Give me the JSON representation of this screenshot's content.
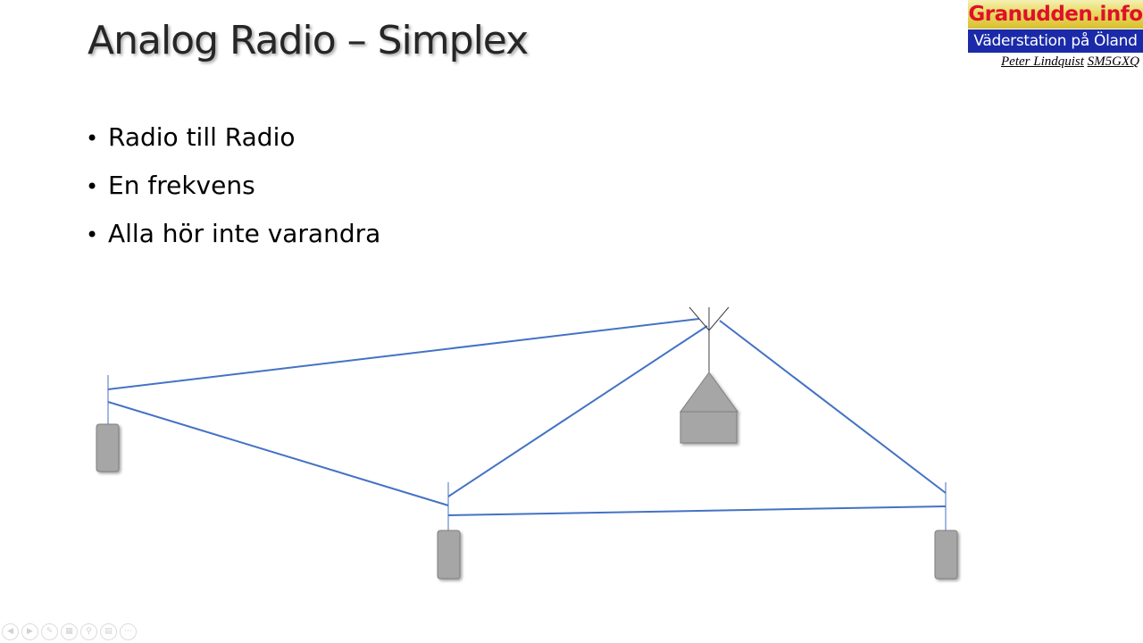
{
  "slide": {
    "title": "Analog Radio – Simplex",
    "bullets": [
      "Radio till Radio",
      "En frekvens",
      "Alla hör inte varandra"
    ]
  },
  "logo": {
    "site": "Granudden.info",
    "tagline": "Väderstation på Öland",
    "author": "Peter Lindquist",
    "callsign": "SM5GXQ"
  },
  "colors": {
    "link_line": "#4472c4",
    "device_fill": "#a6a6a6",
    "device_stroke": "#7f7f7f"
  },
  "toolbar": {
    "icons": [
      "prev-icon",
      "next-icon",
      "pen-icon",
      "slides-icon",
      "zoom-icon",
      "subtitles-icon",
      "more-icon"
    ]
  }
}
